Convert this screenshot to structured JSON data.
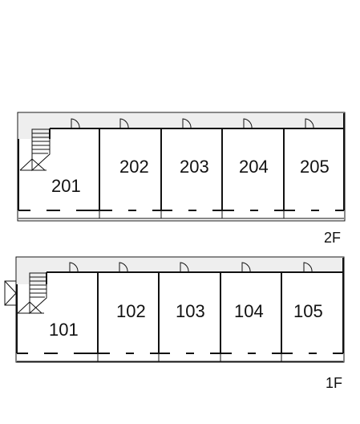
{
  "floors": [
    {
      "label": "2F",
      "units": [
        "201",
        "202",
        "203",
        "204",
        "205"
      ]
    },
    {
      "label": "1F",
      "units": [
        "101",
        "102",
        "103",
        "104",
        "105"
      ]
    }
  ],
  "colors": {
    "corridor": "#eeeeee",
    "wall": "#111111",
    "background": "#ffffff"
  }
}
